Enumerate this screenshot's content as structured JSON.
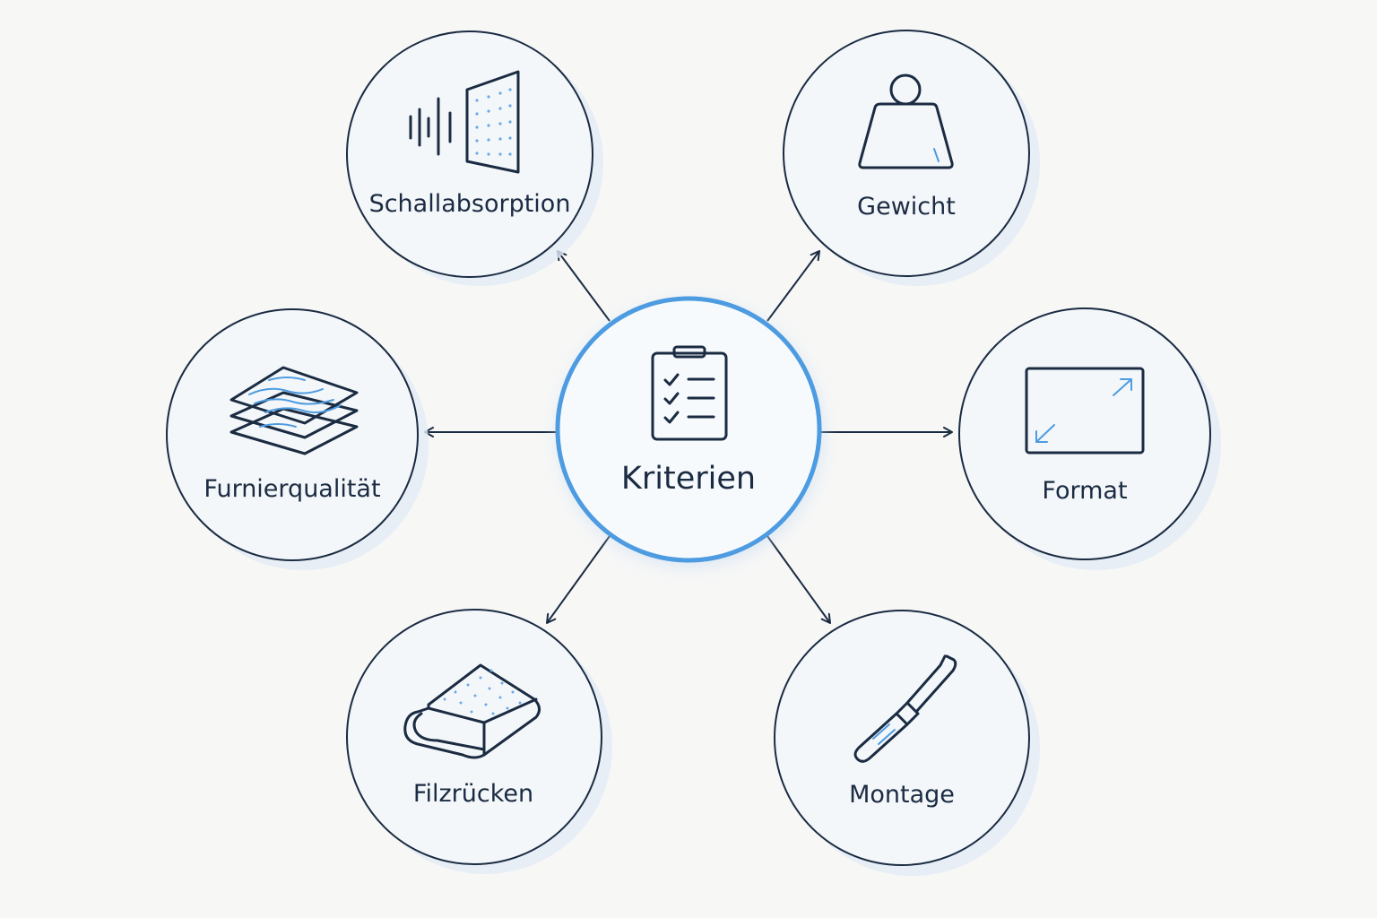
{
  "center": {
    "label": "Kriterien",
    "icon": "clipboard-checklist-icon"
  },
  "nodes": [
    {
      "id": "schallabsorption",
      "label": "Schallabsorption",
      "icon": "sound-absorption-panel-icon"
    },
    {
      "id": "gewicht",
      "label": "Gewicht",
      "icon": "weight-icon"
    },
    {
      "id": "furnierqualitaet",
      "label": "Furnierqualität",
      "icon": "veneer-layers-icon"
    },
    {
      "id": "format",
      "label": "Format",
      "icon": "resize-format-icon"
    },
    {
      "id": "filzruecken",
      "label": "Filzrücken",
      "icon": "felt-roll-icon"
    },
    {
      "id": "montage",
      "label": "Montage",
      "icon": "screwdriver-icon"
    }
  ],
  "colors": {
    "background": "#f7f7f6",
    "node_fill": "#f4f7fa",
    "outline": "#1a2b42",
    "accent": "#4d9be0",
    "shadow": "#dde8f4"
  }
}
